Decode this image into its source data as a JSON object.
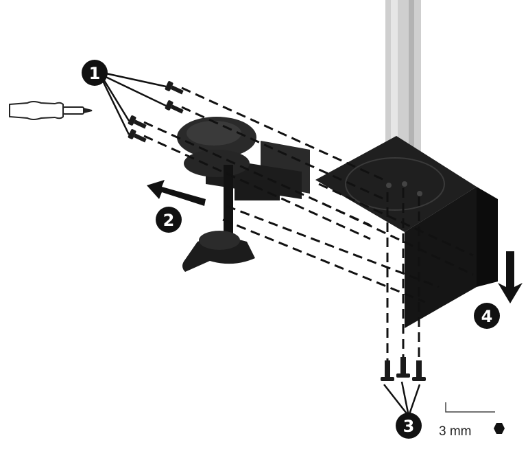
{
  "steps": [
    {
      "number": "1"
    },
    {
      "number": "2"
    },
    {
      "number": "3"
    },
    {
      "number": "4"
    }
  ],
  "tool_spec": {
    "size_label": "3 mm"
  },
  "icons": {
    "screwdriver": "screwdriver-icon",
    "hex_key": "hex-key-icon",
    "hex_head": "hex-head-icon"
  },
  "colors": {
    "part": "#1c1c1c",
    "part_edge": "#3a3a3a",
    "pole": "#c9c9c9",
    "guide": "#111111"
  }
}
